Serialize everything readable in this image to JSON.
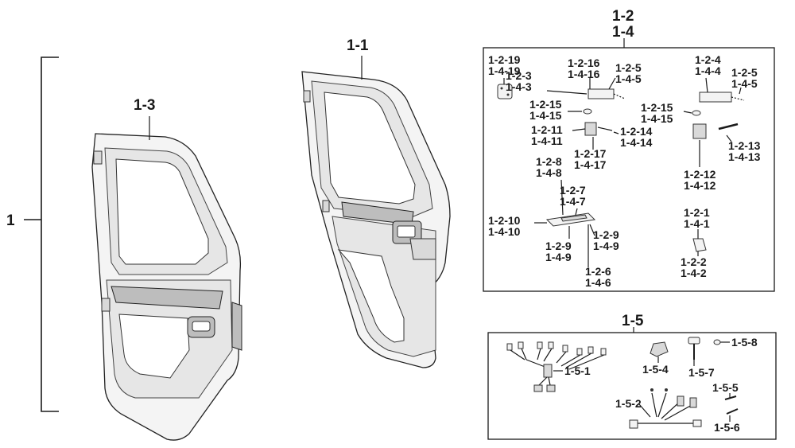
{
  "labels": {
    "assembly": "1",
    "door_right": "1-1",
    "door_left": "1-3",
    "box_a_top": "1-2",
    "box_a_bottom": "1-4",
    "box_b": "1-5",
    "p_1_2_19": "1-2-19",
    "p_1_4_19": "1-4-19",
    "p_1_2_16": "1-2-16",
    "p_1_4_16": "1-4-16",
    "p_1_2_5a": "1-2-5",
    "p_1_4_5a": "1-4-5",
    "p_1_2_3": "1-2-3",
    "p_1_4_3": "1-4-3",
    "p_1_2_4": "1-2-4",
    "p_1_4_4": "1-4-4",
    "p_1_2_5b": "1-2-5",
    "p_1_4_5b": "1-4-5",
    "p_1_2_15a": "1-2-15",
    "p_1_4_15a": "1-4-15",
    "p_1_2_15b": "1-2-15",
    "p_1_4_15b": "1-4-15",
    "p_1_2_11": "1-2-11",
    "p_1_4_11": "1-4-11",
    "p_1_2_14": "1-2-14",
    "p_1_4_14": "1-4-14",
    "p_1_2_17": "1-2-17",
    "p_1_4_17": "1-4-17",
    "p_1_2_13": "1-2-13",
    "p_1_4_13": "1-4-13",
    "p_1_2_8": "1-2-8",
    "p_1_4_8": "1-4-8",
    "p_1_2_12": "1-2-12",
    "p_1_4_12": "1-4-12",
    "p_1_2_7": "1-2-7",
    "p_1_4_7": "1-4-7",
    "p_1_2_1": "1-2-1",
    "p_1_4_1": "1-4-1",
    "p_1_2_10": "1-2-10",
    "p_1_4_10": "1-4-10",
    "p_1_2_9a": "1-2-9",
    "p_1_4_9a": "1-4-9",
    "p_1_2_9b": "1-2-9",
    "p_1_4_9b": "1-4-9",
    "p_1_2_6": "1-2-6",
    "p_1_4_6": "1-4-6",
    "p_1_2_2": "1-2-2",
    "p_1_4_2": "1-4-2",
    "p_1_5_8": "1-5-8",
    "p_1_5_1": "1-5-1",
    "p_1_5_4": "1-5-4",
    "p_1_5_7": "1-5-7",
    "p_1_5_5": "1-5-5",
    "p_1_5_2": "1-5-2",
    "p_1_5_6": "1-5-6"
  }
}
